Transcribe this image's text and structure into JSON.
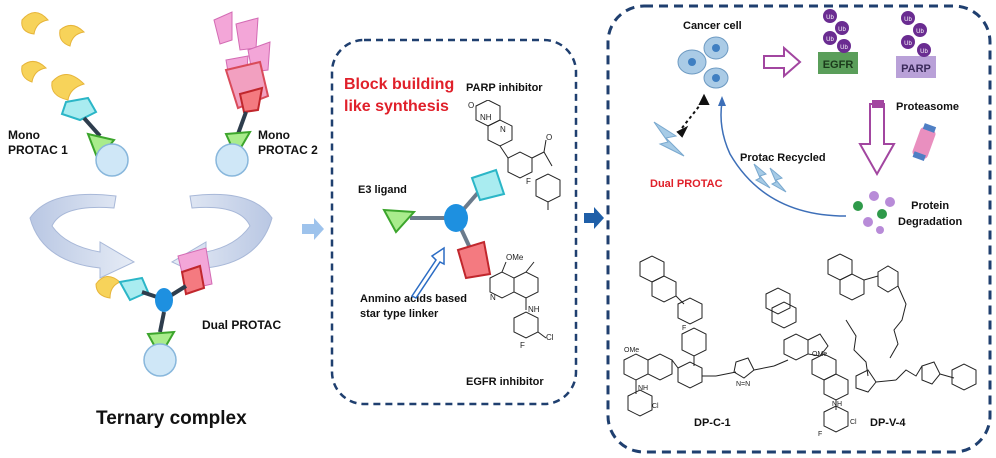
{
  "left": {
    "mono1": [
      "Mono",
      "PROTAC 1"
    ],
    "mono2": [
      "Mono",
      "PROTAC 2"
    ],
    "dual": "Dual PROTAC",
    "ternary": "Ternary complex"
  },
  "middle": {
    "block": [
      "Block building",
      "like synthesis"
    ],
    "parp": "PARP inhibitor",
    "e3": "E3 ligand",
    "linker": [
      "Anmino acids based",
      "star type linker"
    ],
    "egfr": "EGFR inhibitor"
  },
  "right": {
    "cancer": "Cancer cell",
    "dual": "Dual PROTAC",
    "recycled": "Protac Recycled",
    "proteasome": "Proteasome",
    "degradation": [
      "Protein",
      "Degradation"
    ],
    "egfr": "EGFR",
    "parp": "PARP",
    "ub": "Ub",
    "dpc1": "DP-C-1",
    "dpv4": "DP-V-4"
  },
  "chem": {
    "methoxy": "OMe",
    "fluoro": "F",
    "chloro": "Cl",
    "amine": "NH",
    "oxo": "O",
    "nitrogen": "N",
    "triazole": "N=N"
  },
  "colors": {
    "warhead1": "#f7d35a",
    "warhead2": "#f3a6d8",
    "cell": "#cfe7f7",
    "linker": "#1e90e0",
    "panel_border": "#1f3f6f",
    "red_text": "#e0202a",
    "egfr_box": "#5a9e5a",
    "parp_box": "#b9a1d8",
    "ub": "#6a2c91"
  }
}
